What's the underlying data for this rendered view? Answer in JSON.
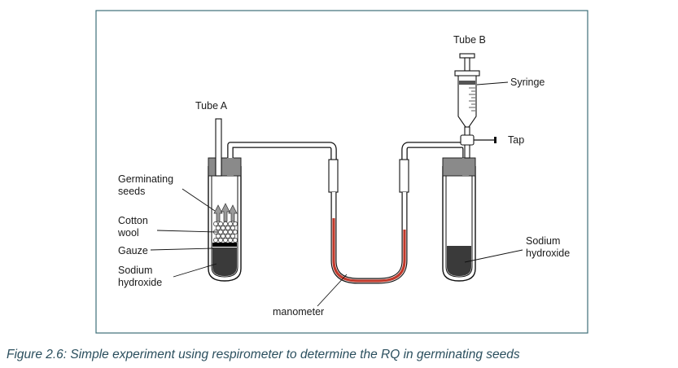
{
  "labels": {
    "tube_a": "Tube A",
    "tube_b": "Tube B",
    "germinating_seeds": [
      "Germinating",
      "seeds"
    ],
    "cotton_wool": [
      "Cotton",
      "wool"
    ],
    "gauze": "Gauze",
    "sodium_hydroxide_a": [
      "Sodium",
      "hydroxide"
    ],
    "sodium_hydroxide_b": [
      "Sodium",
      "hydroxide"
    ],
    "syringe": "Syringe",
    "tap": "Tap",
    "manometer": "manometer"
  },
  "caption": "Figure 2.6: Simple experiment using respirometer to determine the RQ in germinating seeds",
  "colors": {
    "frame": "#3e6e79",
    "liquid": "#3a3a3a",
    "manometer_fluid": "#c0392b",
    "caption": "#2b4f5e"
  }
}
